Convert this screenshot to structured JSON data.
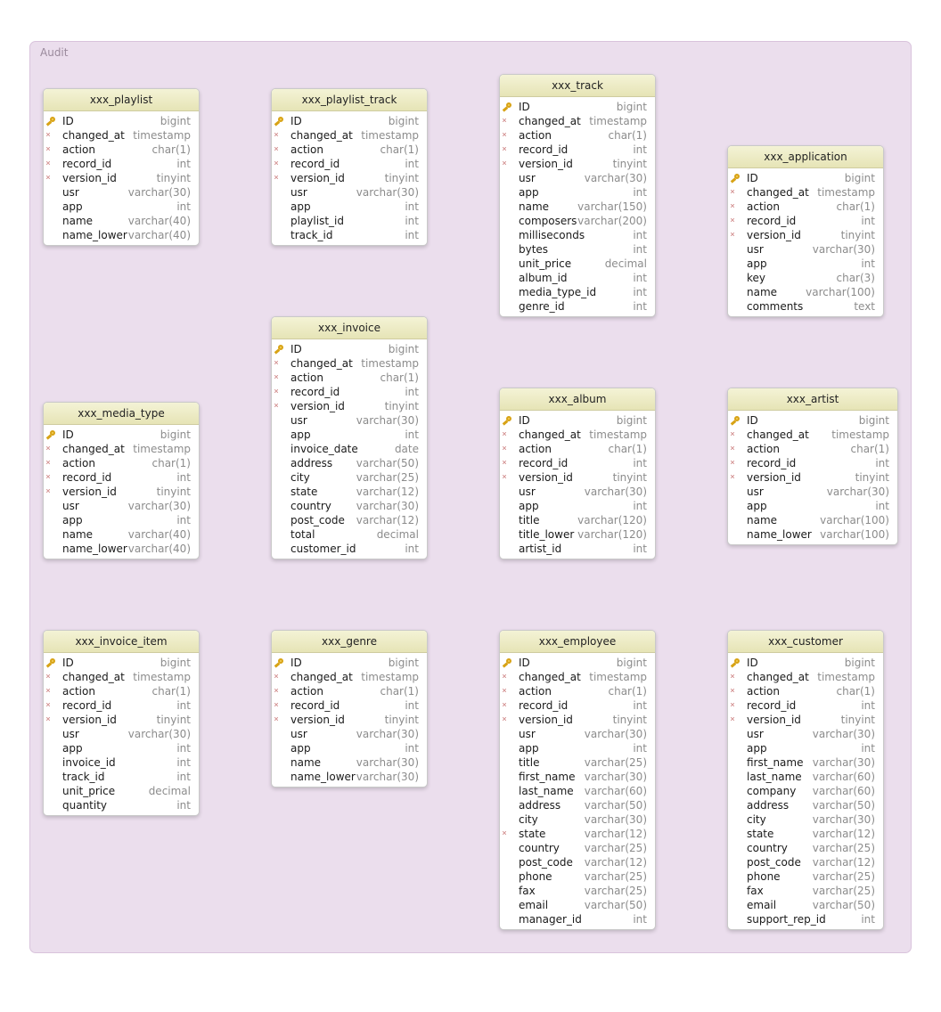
{
  "group": {
    "label": "Audit"
  },
  "tables": [
    {
      "name": "xxx_playlist",
      "columns": [
        {
          "name": "ID",
          "type": "bigint",
          "mark": "pk"
        },
        {
          "name": "changed_at",
          "type": "timestamp",
          "mark": "req"
        },
        {
          "name": "action",
          "type": "char(1)",
          "mark": "req"
        },
        {
          "name": "record_id",
          "type": "int",
          "mark": "req"
        },
        {
          "name": "version_id",
          "type": "tinyint",
          "mark": "req"
        },
        {
          "name": "usr",
          "type": "varchar(30)",
          "mark": ""
        },
        {
          "name": "app",
          "type": "int",
          "mark": ""
        },
        {
          "name": "name",
          "type": "varchar(40)",
          "mark": ""
        },
        {
          "name": "name_lower",
          "type": "varchar(40)",
          "mark": ""
        }
      ]
    },
    {
      "name": "xxx_playlist_track",
      "columns": [
        {
          "name": "ID",
          "type": "bigint",
          "mark": "pk"
        },
        {
          "name": "changed_at",
          "type": "timestamp",
          "mark": "req"
        },
        {
          "name": "action",
          "type": "char(1)",
          "mark": "req"
        },
        {
          "name": "record_id",
          "type": "int",
          "mark": "req"
        },
        {
          "name": "version_id",
          "type": "tinyint",
          "mark": "req"
        },
        {
          "name": "usr",
          "type": "varchar(30)",
          "mark": ""
        },
        {
          "name": "app",
          "type": "int",
          "mark": ""
        },
        {
          "name": "playlist_id",
          "type": "int",
          "mark": ""
        },
        {
          "name": "track_id",
          "type": "int",
          "mark": ""
        }
      ]
    },
    {
      "name": "xxx_track",
      "columns": [
        {
          "name": "ID",
          "type": "bigint",
          "mark": "pk"
        },
        {
          "name": "changed_at",
          "type": "timestamp",
          "mark": "req"
        },
        {
          "name": "action",
          "type": "char(1)",
          "mark": "req"
        },
        {
          "name": "record_id",
          "type": "int",
          "mark": "req"
        },
        {
          "name": "version_id",
          "type": "tinyint",
          "mark": "req"
        },
        {
          "name": "usr",
          "type": "varchar(30)",
          "mark": ""
        },
        {
          "name": "app",
          "type": "int",
          "mark": ""
        },
        {
          "name": "name",
          "type": "varchar(150)",
          "mark": ""
        },
        {
          "name": "composers",
          "type": "varchar(200)",
          "mark": ""
        },
        {
          "name": "milliseconds",
          "type": "int",
          "mark": ""
        },
        {
          "name": "bytes",
          "type": "int",
          "mark": ""
        },
        {
          "name": "unit_price",
          "type": "decimal",
          "mark": ""
        },
        {
          "name": "album_id",
          "type": "int",
          "mark": ""
        },
        {
          "name": "media_type_id",
          "type": "int",
          "mark": ""
        },
        {
          "name": "genre_id",
          "type": "int",
          "mark": ""
        }
      ]
    },
    {
      "name": "xxx_application",
      "columns": [
        {
          "name": "ID",
          "type": "bigint",
          "mark": "pk"
        },
        {
          "name": "changed_at",
          "type": "timestamp",
          "mark": "req"
        },
        {
          "name": "action",
          "type": "char(1)",
          "mark": "req"
        },
        {
          "name": "record_id",
          "type": "int",
          "mark": "req"
        },
        {
          "name": "version_id",
          "type": "tinyint",
          "mark": "req"
        },
        {
          "name": "usr",
          "type": "varchar(30)",
          "mark": ""
        },
        {
          "name": "app",
          "type": "int",
          "mark": ""
        },
        {
          "name": "key",
          "type": "char(3)",
          "mark": ""
        },
        {
          "name": "name",
          "type": "varchar(100)",
          "mark": ""
        },
        {
          "name": "comments",
          "type": "text",
          "mark": ""
        }
      ]
    },
    {
      "name": "xxx_invoice",
      "columns": [
        {
          "name": "ID",
          "type": "bigint",
          "mark": "pk"
        },
        {
          "name": "changed_at",
          "type": "timestamp",
          "mark": "req"
        },
        {
          "name": "action",
          "type": "char(1)",
          "mark": "req"
        },
        {
          "name": "record_id",
          "type": "int",
          "mark": "req"
        },
        {
          "name": "version_id",
          "type": "tinyint",
          "mark": "req"
        },
        {
          "name": "usr",
          "type": "varchar(30)",
          "mark": ""
        },
        {
          "name": "app",
          "type": "int",
          "mark": ""
        },
        {
          "name": "invoice_date",
          "type": "date",
          "mark": ""
        },
        {
          "name": "address",
          "type": "varchar(50)",
          "mark": ""
        },
        {
          "name": "city",
          "type": "varchar(25)",
          "mark": ""
        },
        {
          "name": "state",
          "type": "varchar(12)",
          "mark": ""
        },
        {
          "name": "country",
          "type": "varchar(30)",
          "mark": ""
        },
        {
          "name": "post_code",
          "type": "varchar(12)",
          "mark": ""
        },
        {
          "name": "total",
          "type": "decimal",
          "mark": ""
        },
        {
          "name": "customer_id",
          "type": "int",
          "mark": ""
        }
      ]
    },
    {
      "name": "xxx_media_type",
      "columns": [
        {
          "name": "ID",
          "type": "bigint",
          "mark": "pk"
        },
        {
          "name": "changed_at",
          "type": "timestamp",
          "mark": "req"
        },
        {
          "name": "action",
          "type": "char(1)",
          "mark": "req"
        },
        {
          "name": "record_id",
          "type": "int",
          "mark": "req"
        },
        {
          "name": "version_id",
          "type": "tinyint",
          "mark": "req"
        },
        {
          "name": "usr",
          "type": "varchar(30)",
          "mark": ""
        },
        {
          "name": "app",
          "type": "int",
          "mark": ""
        },
        {
          "name": "name",
          "type": "varchar(40)",
          "mark": ""
        },
        {
          "name": "name_lower",
          "type": "varchar(40)",
          "mark": ""
        }
      ]
    },
    {
      "name": "xxx_album",
      "columns": [
        {
          "name": "ID",
          "type": "bigint",
          "mark": "pk"
        },
        {
          "name": "changed_at",
          "type": "timestamp",
          "mark": "req"
        },
        {
          "name": "action",
          "type": "char(1)",
          "mark": "req"
        },
        {
          "name": "record_id",
          "type": "int",
          "mark": "req"
        },
        {
          "name": "version_id",
          "type": "tinyint",
          "mark": "req"
        },
        {
          "name": "usr",
          "type": "varchar(30)",
          "mark": ""
        },
        {
          "name": "app",
          "type": "int",
          "mark": ""
        },
        {
          "name": "title",
          "type": "varchar(120)",
          "mark": ""
        },
        {
          "name": "title_lower",
          "type": "varchar(120)",
          "mark": ""
        },
        {
          "name": "artist_id",
          "type": "int",
          "mark": ""
        }
      ]
    },
    {
      "name": "xxx_artist",
      "columns": [
        {
          "name": "ID",
          "type": "bigint",
          "mark": "pk"
        },
        {
          "name": "changed_at",
          "type": "timestamp",
          "mark": "req"
        },
        {
          "name": "action",
          "type": "char(1)",
          "mark": "req"
        },
        {
          "name": "record_id",
          "type": "int",
          "mark": "req"
        },
        {
          "name": "version_id",
          "type": "tinyint",
          "mark": "req"
        },
        {
          "name": "usr",
          "type": "varchar(30)",
          "mark": ""
        },
        {
          "name": "app",
          "type": "int",
          "mark": ""
        },
        {
          "name": "name",
          "type": "varchar(100)",
          "mark": ""
        },
        {
          "name": "name_lower",
          "type": "varchar(100)",
          "mark": ""
        }
      ]
    },
    {
      "name": "xxx_invoice_item",
      "columns": [
        {
          "name": "ID",
          "type": "bigint",
          "mark": "pk"
        },
        {
          "name": "changed_at",
          "type": "timestamp",
          "mark": "req"
        },
        {
          "name": "action",
          "type": "char(1)",
          "mark": "req"
        },
        {
          "name": "record_id",
          "type": "int",
          "mark": "req"
        },
        {
          "name": "version_id",
          "type": "tinyint",
          "mark": "req"
        },
        {
          "name": "usr",
          "type": "varchar(30)",
          "mark": ""
        },
        {
          "name": "app",
          "type": "int",
          "mark": ""
        },
        {
          "name": "invoice_id",
          "type": "int",
          "mark": ""
        },
        {
          "name": "track_id",
          "type": "int",
          "mark": ""
        },
        {
          "name": "unit_price",
          "type": "decimal",
          "mark": ""
        },
        {
          "name": "quantity",
          "type": "int",
          "mark": ""
        }
      ]
    },
    {
      "name": "xxx_genre",
      "columns": [
        {
          "name": "ID",
          "type": "bigint",
          "mark": "pk"
        },
        {
          "name": "changed_at",
          "type": "timestamp",
          "mark": "req"
        },
        {
          "name": "action",
          "type": "char(1)",
          "mark": "req"
        },
        {
          "name": "record_id",
          "type": "int",
          "mark": "req"
        },
        {
          "name": "version_id",
          "type": "tinyint",
          "mark": "req"
        },
        {
          "name": "usr",
          "type": "varchar(30)",
          "mark": ""
        },
        {
          "name": "app",
          "type": "int",
          "mark": ""
        },
        {
          "name": "name",
          "type": "varchar(30)",
          "mark": ""
        },
        {
          "name": "name_lower",
          "type": "varchar(30)",
          "mark": ""
        }
      ]
    },
    {
      "name": "xxx_employee",
      "columns": [
        {
          "name": "ID",
          "type": "bigint",
          "mark": "pk"
        },
        {
          "name": "changed_at",
          "type": "timestamp",
          "mark": "req"
        },
        {
          "name": "action",
          "type": "char(1)",
          "mark": "req"
        },
        {
          "name": "record_id",
          "type": "int",
          "mark": "req"
        },
        {
          "name": "version_id",
          "type": "tinyint",
          "mark": "req"
        },
        {
          "name": "usr",
          "type": "varchar(30)",
          "mark": ""
        },
        {
          "name": "app",
          "type": "int",
          "mark": ""
        },
        {
          "name": "title",
          "type": "varchar(25)",
          "mark": ""
        },
        {
          "name": "first_name",
          "type": "varchar(30)",
          "mark": ""
        },
        {
          "name": "last_name",
          "type": "varchar(60)",
          "mark": ""
        },
        {
          "name": "address",
          "type": "varchar(50)",
          "mark": ""
        },
        {
          "name": "city",
          "type": "varchar(30)",
          "mark": ""
        },
        {
          "name": "state",
          "type": "varchar(12)",
          "mark": "req"
        },
        {
          "name": "country",
          "type": "varchar(25)",
          "mark": ""
        },
        {
          "name": "post_code",
          "type": "varchar(12)",
          "mark": ""
        },
        {
          "name": "phone",
          "type": "varchar(25)",
          "mark": ""
        },
        {
          "name": "fax",
          "type": "varchar(25)",
          "mark": ""
        },
        {
          "name": "email",
          "type": "varchar(50)",
          "mark": ""
        },
        {
          "name": "manager_id",
          "type": "int",
          "mark": ""
        }
      ]
    },
    {
      "name": "xxx_customer",
      "columns": [
        {
          "name": "ID",
          "type": "bigint",
          "mark": "pk"
        },
        {
          "name": "changed_at",
          "type": "timestamp",
          "mark": "req"
        },
        {
          "name": "action",
          "type": "char(1)",
          "mark": "req"
        },
        {
          "name": "record_id",
          "type": "int",
          "mark": "req"
        },
        {
          "name": "version_id",
          "type": "tinyint",
          "mark": "req"
        },
        {
          "name": "usr",
          "type": "varchar(30)",
          "mark": ""
        },
        {
          "name": "app",
          "type": "int",
          "mark": ""
        },
        {
          "name": "first_name",
          "type": "varchar(30)",
          "mark": ""
        },
        {
          "name": "last_name",
          "type": "varchar(60)",
          "mark": ""
        },
        {
          "name": "company",
          "type": "varchar(60)",
          "mark": ""
        },
        {
          "name": "address",
          "type": "varchar(50)",
          "mark": ""
        },
        {
          "name": "city",
          "type": "varchar(30)",
          "mark": ""
        },
        {
          "name": "state",
          "type": "varchar(12)",
          "mark": ""
        },
        {
          "name": "country",
          "type": "varchar(25)",
          "mark": ""
        },
        {
          "name": "post_code",
          "type": "varchar(12)",
          "mark": ""
        },
        {
          "name": "phone",
          "type": "varchar(25)",
          "mark": ""
        },
        {
          "name": "fax",
          "type": "varchar(25)",
          "mark": ""
        },
        {
          "name": "email",
          "type": "varchar(50)",
          "mark": ""
        },
        {
          "name": "support_rep_id",
          "type": "int",
          "mark": ""
        }
      ]
    }
  ]
}
